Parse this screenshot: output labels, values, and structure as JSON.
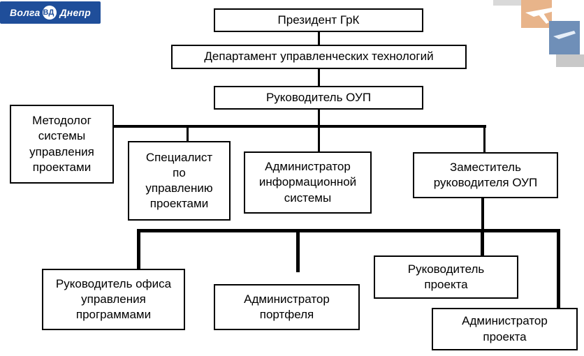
{
  "logo": {
    "left": "Волга",
    "mark": "ВД",
    "right": "Днепр"
  },
  "nodes": {
    "president": "Президент ГрК",
    "department": "Департамент управленческих технологий",
    "head_oup": "Руководитель ОУП",
    "methodologist": "Методолог\nсистемы\nуправления\nпроектами",
    "pm_specialist": "Специалист\nпо\nуправлению\nпроектами",
    "is_admin": "Администратор\nинформационной\nсистемы",
    "deputy_head": "Заместитель\nруководителя ОУП",
    "program_office_head": "Руководитель офиса\nуправления\nпрограммами",
    "portfolio_admin": "Администратор\nпортфеля",
    "project_head": "Руководитель\nпроекта",
    "project_admin": "Администратор\nпроекта"
  }
}
